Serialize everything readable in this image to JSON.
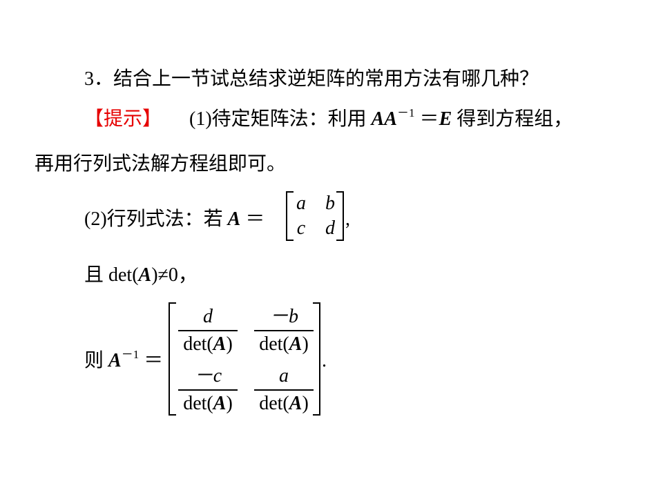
{
  "question": {
    "text": "3．结合上一节试总结求逆矩阵的常用方法有哪几种？"
  },
  "hint": {
    "tag": "【提示】",
    "m1_label": "(1)待定矩阵法：利用",
    "m1_A1": "A",
    "m1_A2": "A",
    "m1_inv": "－1",
    "m1_eq": "＝",
    "m1_E": "E",
    "m1_tail": "得到方程组，",
    "m1_line2": "再用行列式法解方程组即可。"
  },
  "method2": {
    "label": "(2)行列式法：若",
    "A": "A",
    "eq": "＝",
    "matrix": [
      "a",
      "b",
      "c",
      "d"
    ],
    "comma": ",",
    "cond_prefix": "且 det(",
    "cond_A": "A",
    "cond_suffix": ")≠0，",
    "then": "则",
    "inv_A": "A",
    "inv_sup": "－1",
    "inv_eq": "＝",
    "period": ".",
    "inverse": {
      "n11": "d",
      "n12": "－b",
      "n21": "－c",
      "n22": "a",
      "den_prefix": "det(",
      "den_A": "A",
      "den_suffix": ")"
    }
  }
}
